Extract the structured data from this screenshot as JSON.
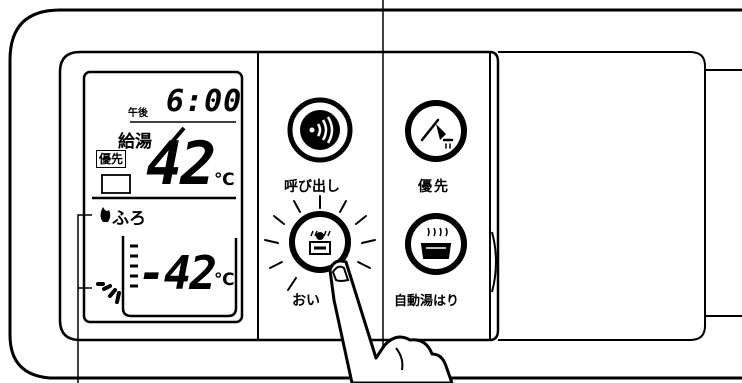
{
  "display": {
    "time_prefix": "午後",
    "time": "6:00",
    "kyuto_label": "給湯",
    "priority_badge": "優先",
    "kyuto_temp": "42",
    "kyuto_unit": "℃",
    "furo_label": "ふろ",
    "furo_temp": "-42",
    "furo_unit": "℃"
  },
  "buttons": {
    "call_label": "呼び出し",
    "priority_label": "優先",
    "reheat_label": "おい",
    "auto_fill_label": "自動湯はり"
  }
}
